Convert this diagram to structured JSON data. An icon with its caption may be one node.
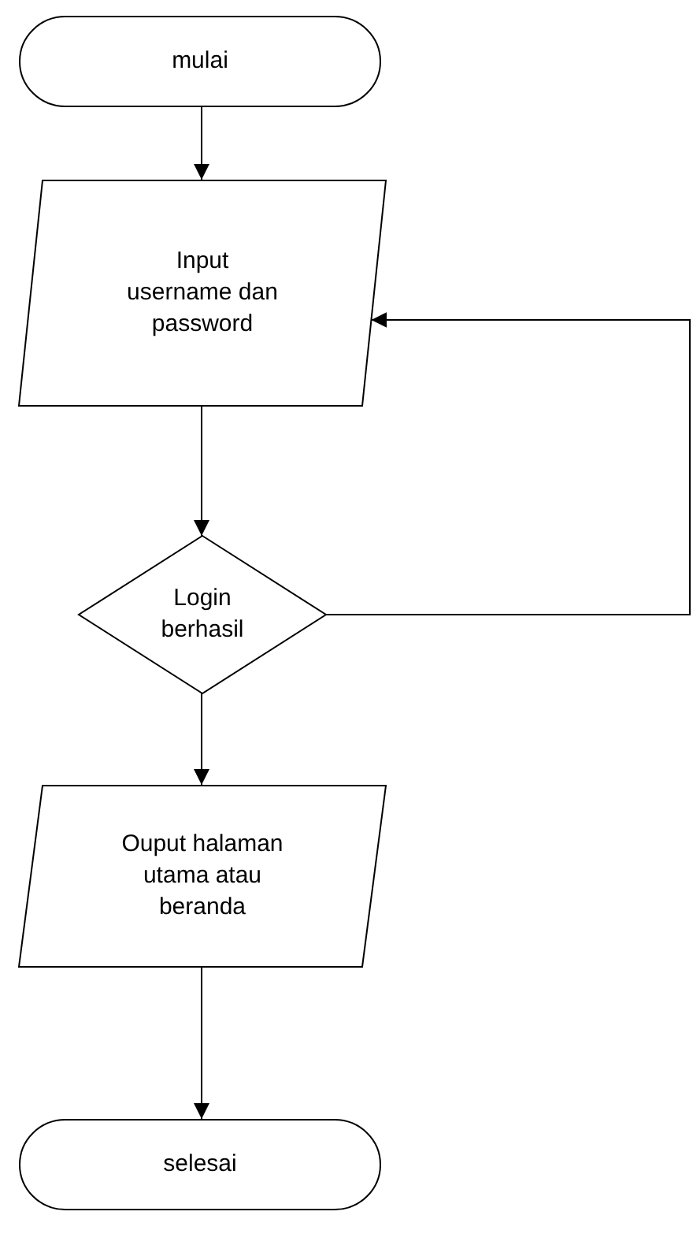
{
  "diagram": {
    "nodes": [
      {
        "text": [
          "mulai"
        ]
      },
      {
        "text": [
          "Input username dan password"
        ]
      },
      {
        "text": [
          "Login berhasil"
        ]
      },
      {
        "text": [
          "Ouput halaman utama atau beranda"
        ]
      },
      {
        "text": [
          "selesai"
        ]
      }
    ],
    "edges": [
      {
        "from": 0,
        "to": 1,
        "arrow": "to"
      },
      {
        "from": 1,
        "to": 2,
        "arrow": "to"
      },
      {
        "from": 2,
        "to": 3,
        "arrow": "to"
      },
      {
        "from": 3,
        "to": 4,
        "arrow": "to"
      },
      {
        "from": 2,
        "to": 1,
        "arrow": "to"
      }
    ]
  }
}
